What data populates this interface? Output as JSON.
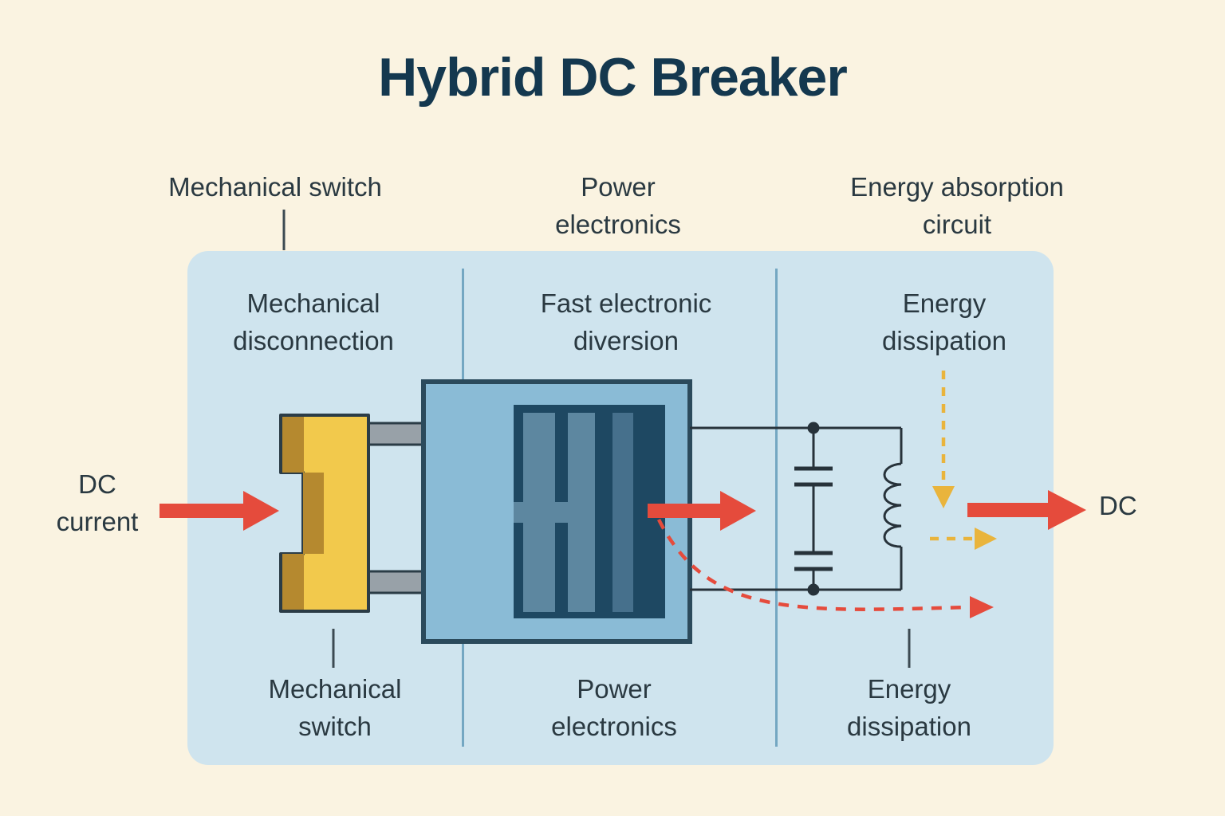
{
  "title": "Hybrid DC Breaker",
  "top_labels": {
    "left": "Mechanical switch",
    "center": [
      "Power",
      "electronics"
    ],
    "right": [
      "Energy absorption",
      "circuit"
    ]
  },
  "sections": {
    "left": {
      "header": [
        "Mechanical",
        "disconnection"
      ],
      "footer": [
        "Mechanical",
        "switch"
      ]
    },
    "center": {
      "header": [
        "Fast electronic",
        "diversion"
      ],
      "footer": [
        "Power",
        "electronics"
      ]
    },
    "right": {
      "header": [
        "Energy",
        "dissipation"
      ],
      "footer": [
        "Energy",
        "dissipation"
      ]
    }
  },
  "io_labels": {
    "input_line1": "DC",
    "input_line2": "current",
    "output": "DC"
  },
  "colors": {
    "background": "#faf3e1",
    "panel": "#cfe4ee",
    "divider": "#74a7c2",
    "title_text": "#14384f",
    "body_text": "#2a3941",
    "arrow_red": "#e54b3c",
    "dashed_yellow": "#e9b43c",
    "switch_yellow": "#f2c94c",
    "switch_yellow_dark": "#b5892f",
    "contact_gray": "#98a1a8",
    "box_outer_blue": "#8abbd6",
    "box_inner_blue": "#1e4862",
    "box_bar_blue": "#5d87a0",
    "outline_dark": "#2b3c46",
    "wire_dark": "#27323a"
  }
}
